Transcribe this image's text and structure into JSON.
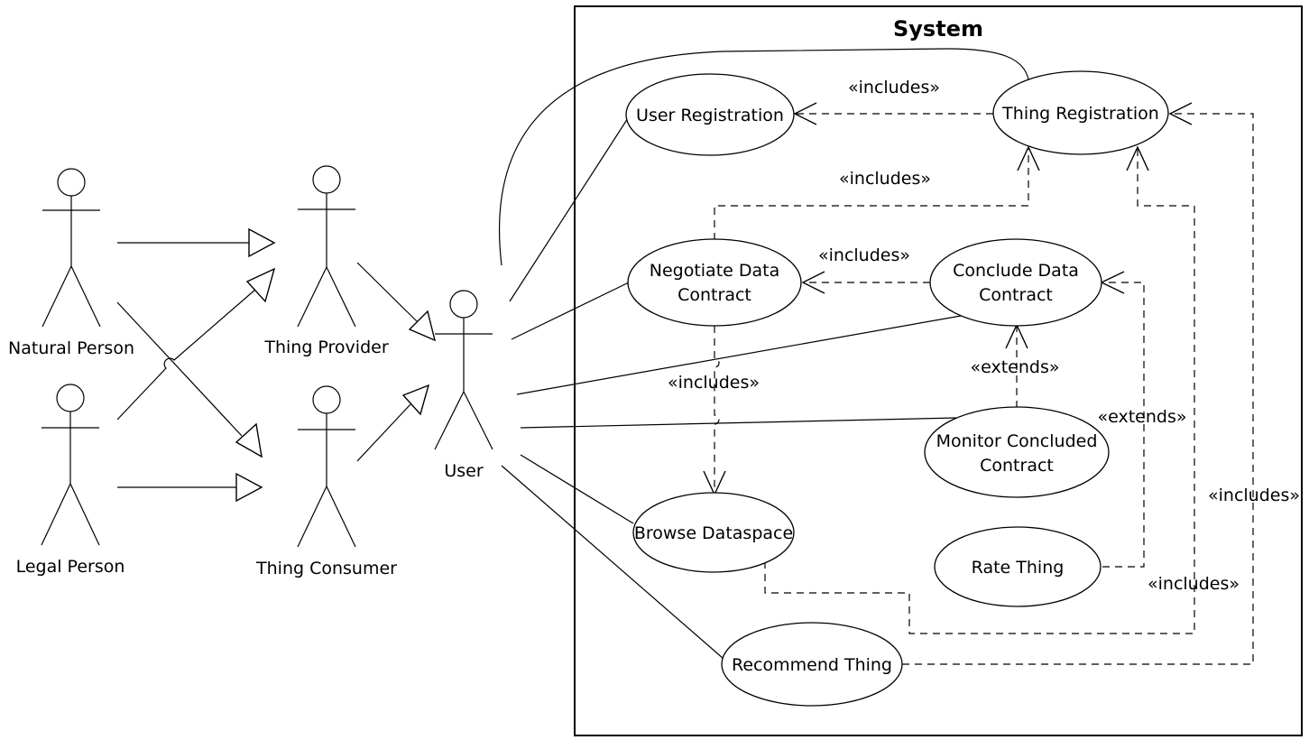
{
  "system": {
    "title": "System"
  },
  "actors": {
    "natural_person": "Natural Person",
    "legal_person": "Legal Person",
    "thing_provider": "Thing Provider",
    "thing_consumer": "Thing Consumer",
    "user": "User"
  },
  "use_cases": {
    "user_registration": [
      "User Registration"
    ],
    "thing_registration": [
      "Thing Registration"
    ],
    "negotiate_data_contract": [
      "Negotiate Data",
      "Contract"
    ],
    "conclude_data_contract": [
      "Conclude Data",
      "Contract"
    ],
    "monitor_concluded_contract": [
      "Monitor Concluded",
      "Contract"
    ],
    "browse_dataspace": [
      "Browse Dataspace"
    ],
    "rate_thing": [
      "Rate Thing"
    ],
    "recommend_thing": [
      "Recommend Thing"
    ]
  },
  "relation_labels": {
    "includes": "«includes»",
    "extends": "«extends»"
  }
}
